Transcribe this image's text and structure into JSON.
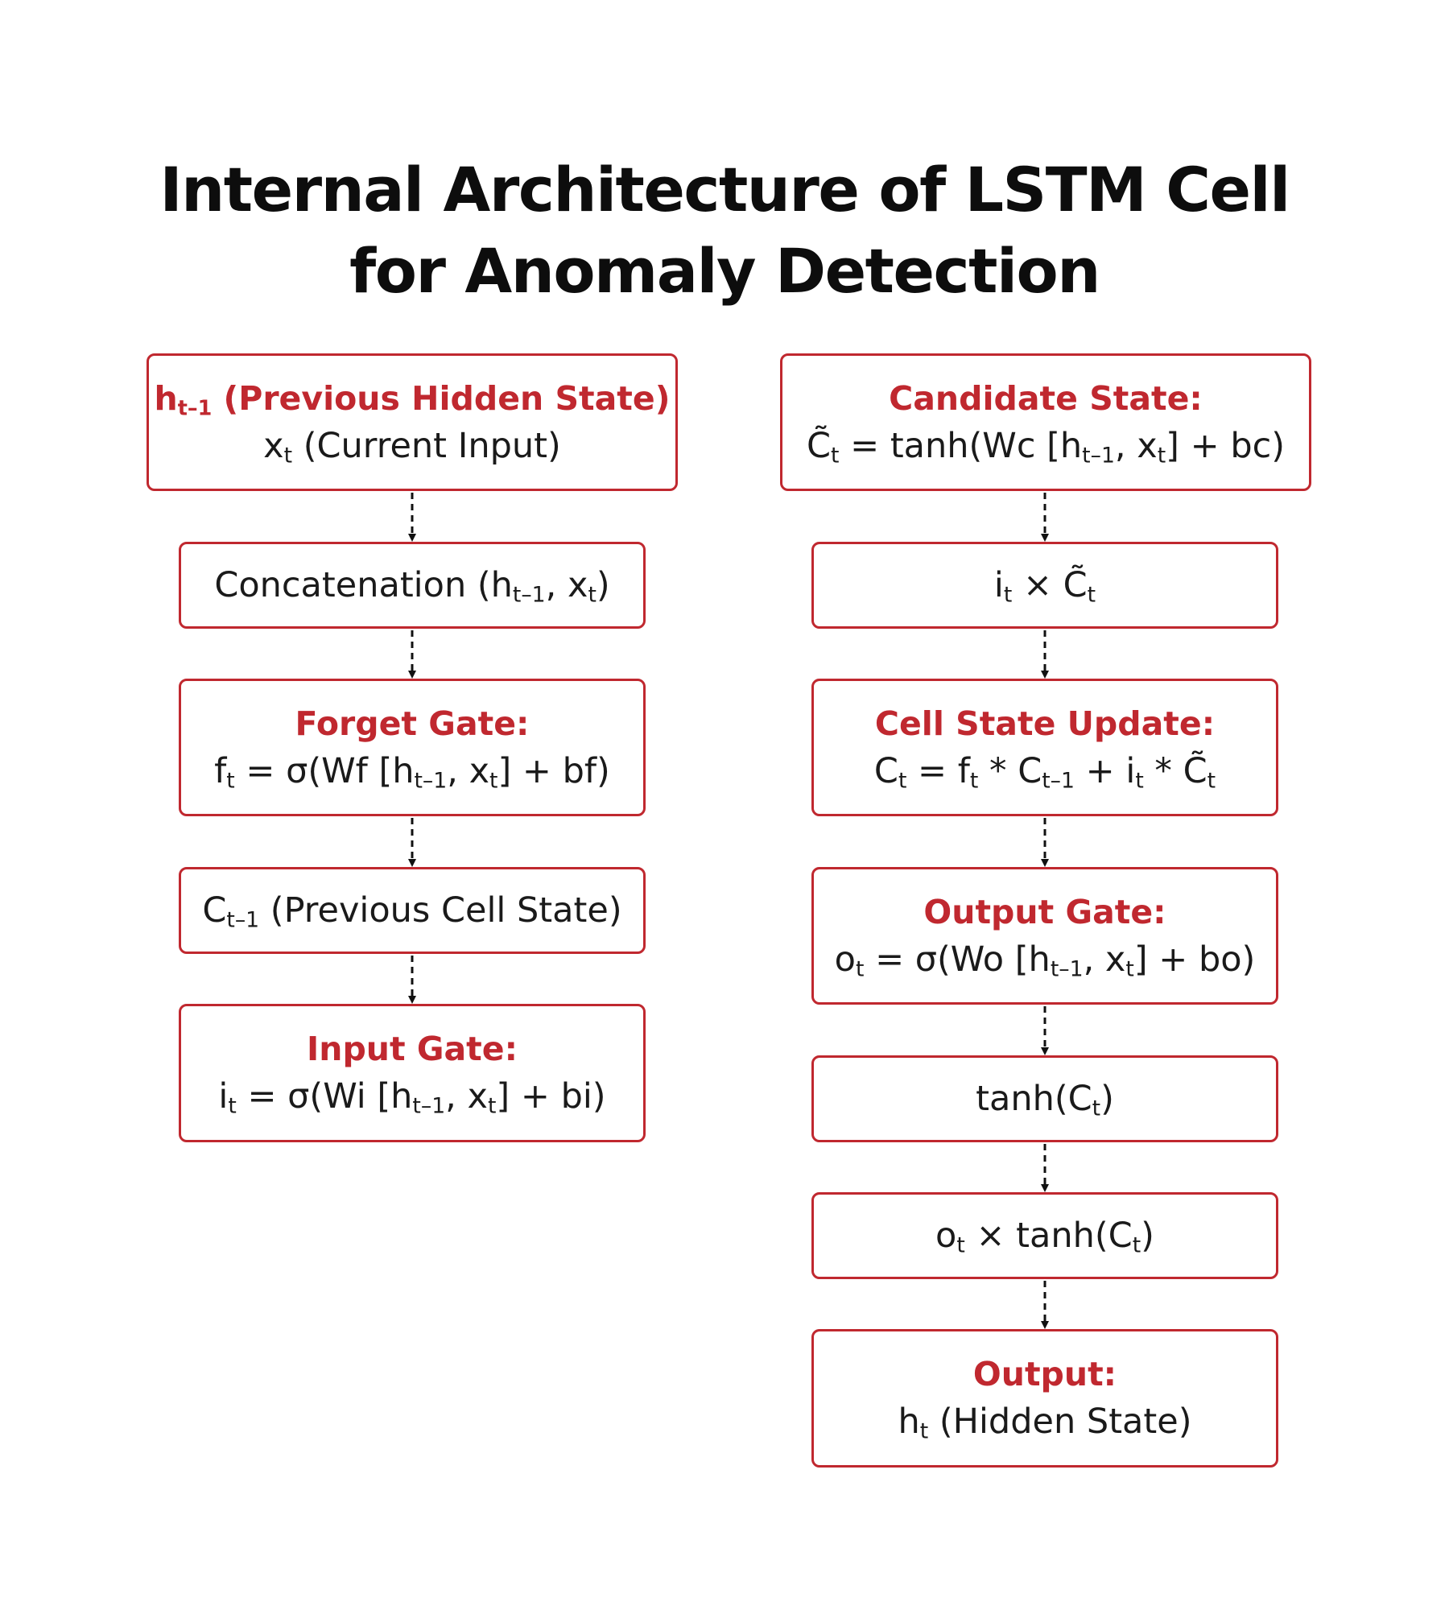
{
  "title": {
    "line1": "Internal Architecture of LSTM Cell",
    "line2": "for Anomaly Detection"
  },
  "left": {
    "inputs": {
      "h_symbol": "h",
      "h_sub": "t–1",
      "h_label": " (Previous Hidden State)",
      "x_symbol": "x",
      "x_sub": "t",
      "x_label": " (Current Input)"
    },
    "concat": {
      "a": "Concatenation (h",
      "s1": "t–1",
      "b": ", x",
      "s2": "t",
      "c": ")"
    },
    "forget_gate": {
      "heading": "Forget Gate:",
      "a": "f",
      "s1": "t",
      "b": " = σ(Wf [h",
      "s2": "t–1",
      "c": ", x",
      "s3": "t",
      "d": "] + bf)"
    },
    "prev_cell": {
      "a": "C",
      "s1": "t–1",
      "b": " (Previous Cell State)"
    },
    "input_gate": {
      "heading": "Input Gate:",
      "a": "i",
      "s1": "t",
      "b": " = σ(Wi [h",
      "s2": "t–1",
      "c": ", x",
      "s3": "t",
      "d": "] + bi)"
    }
  },
  "right": {
    "candidate": {
      "heading": "Candidate State:",
      "a": "C̃",
      "s1": "t",
      "b": " = tanh(Wc [h",
      "s2": "t–1",
      "c": ", x",
      "s3": "t",
      "d": "] + bc)"
    },
    "it_ct": {
      "a": "i",
      "s1": "t",
      "b": " × C̃",
      "s2": "t"
    },
    "cell_update": {
      "heading": "Cell State Update:",
      "a": "C",
      "s1": "t",
      "b": " = f",
      "s2": "t",
      "c": " * C",
      "s3": "t–1",
      "d": " + i",
      "s4": "t",
      "e": " * C̃",
      "s5": "t"
    },
    "output_gate": {
      "heading": "Output Gate:",
      "a": "o",
      "s1": "t",
      "b": " = σ(Wo [h",
      "s2": "t–1",
      "c": ", x",
      "s3": "t",
      "d": "] + bo)"
    },
    "tanh_ct": {
      "a": "tanh(C",
      "s1": "t",
      "b": ")"
    },
    "ot_tanh": {
      "a": "o",
      "s1": "t",
      "b": " × tanh(C",
      "s2": "t",
      "c": ")"
    },
    "output": {
      "heading": "Output:",
      "a": "h",
      "s1": "t",
      "b": " (Hidden State)"
    }
  },
  "colors": {
    "accent": "#c0282f",
    "text": "#1a1a1a",
    "title": "#0d0d0d",
    "arrow": "#111111"
  }
}
